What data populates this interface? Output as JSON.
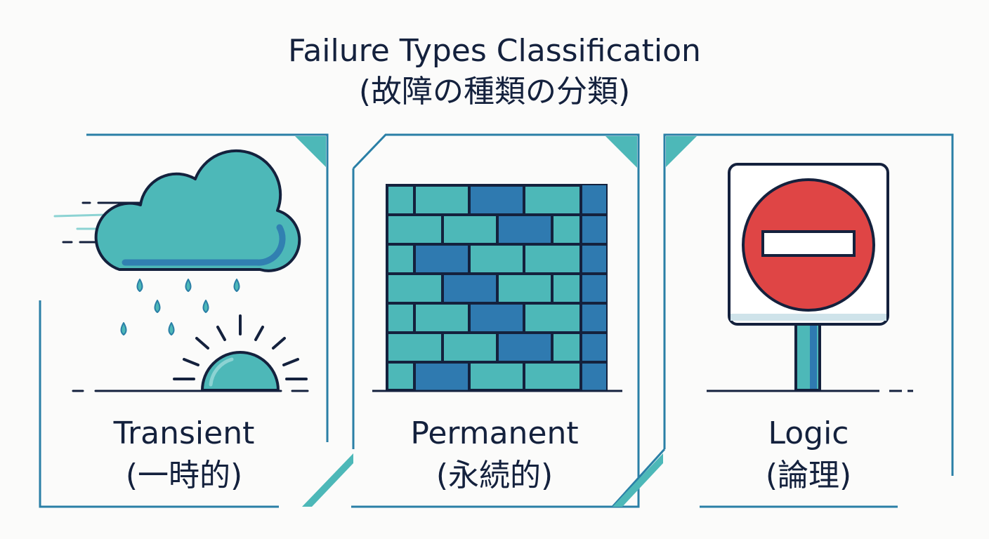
{
  "title": {
    "line1": "Failure Types Classification",
    "line2": "(故障の種類の分類)"
  },
  "cards": [
    {
      "id": "transient",
      "label": "Transient",
      "sublabel": "(一時的)",
      "icon": "rain-cloud-sun-icon"
    },
    {
      "id": "permanent",
      "label": "Permanent",
      "sublabel": "(永続的)",
      "icon": "brick-wall-icon"
    },
    {
      "id": "logic",
      "label": "Logic",
      "sublabel": "(論理)",
      "icon": "no-entry-sign-icon"
    }
  ],
  "colors": {
    "ink": "#14213d",
    "frame": "#2a7fa6",
    "teal": "#4db8b8",
    "blue": "#2f7ab0",
    "red": "#df4545",
    "background": "#fbfbfa"
  }
}
